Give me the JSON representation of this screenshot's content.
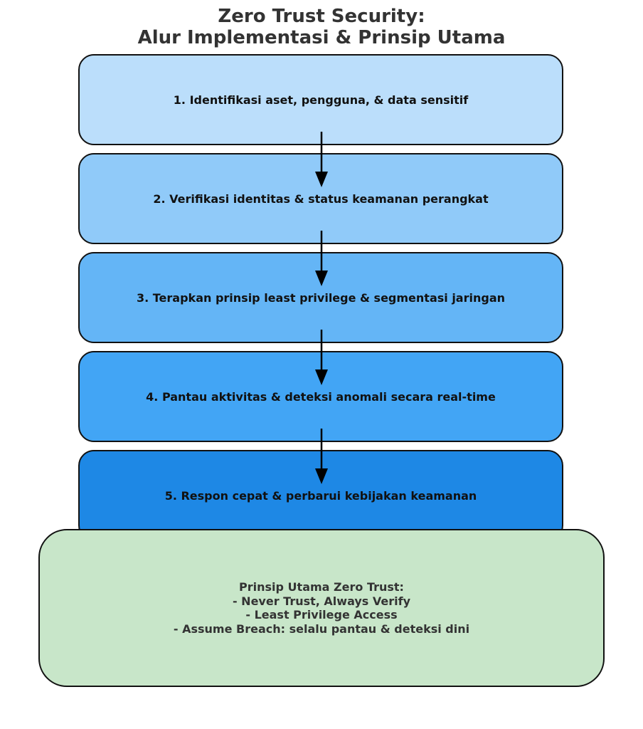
{
  "title": {
    "line1": "Zero Trust Security:",
    "line2": "Alur Implementasi & Prinsip Utama"
  },
  "steps": [
    {
      "label": "1. Identifikasi aset, pengguna, & data sensitif",
      "color": "#bbdefb"
    },
    {
      "label": "2. Verifikasi identitas & status keamanan perangkat",
      "color": "#90caf9"
    },
    {
      "label": "3. Terapkan prinsip least privilege & segmentasi jaringan",
      "color": "#64b5f6"
    },
    {
      "label": "4. Pantau aktivitas & deteksi anomali secara real-time",
      "color": "#42a5f5"
    },
    {
      "label": "5. Respon cepat & perbarui kebijakan keamanan",
      "color": "#1e88e5"
    }
  ],
  "principles": {
    "heading": "Prinsip Utama Zero Trust:",
    "items": [
      "- Never Trust, Always Verify",
      "- Least Privilege Access",
      "- Assume Breach: selalu pantau & deteksi dini"
    ],
    "color": "#c8e6c9"
  },
  "arrow_color": "#000000"
}
